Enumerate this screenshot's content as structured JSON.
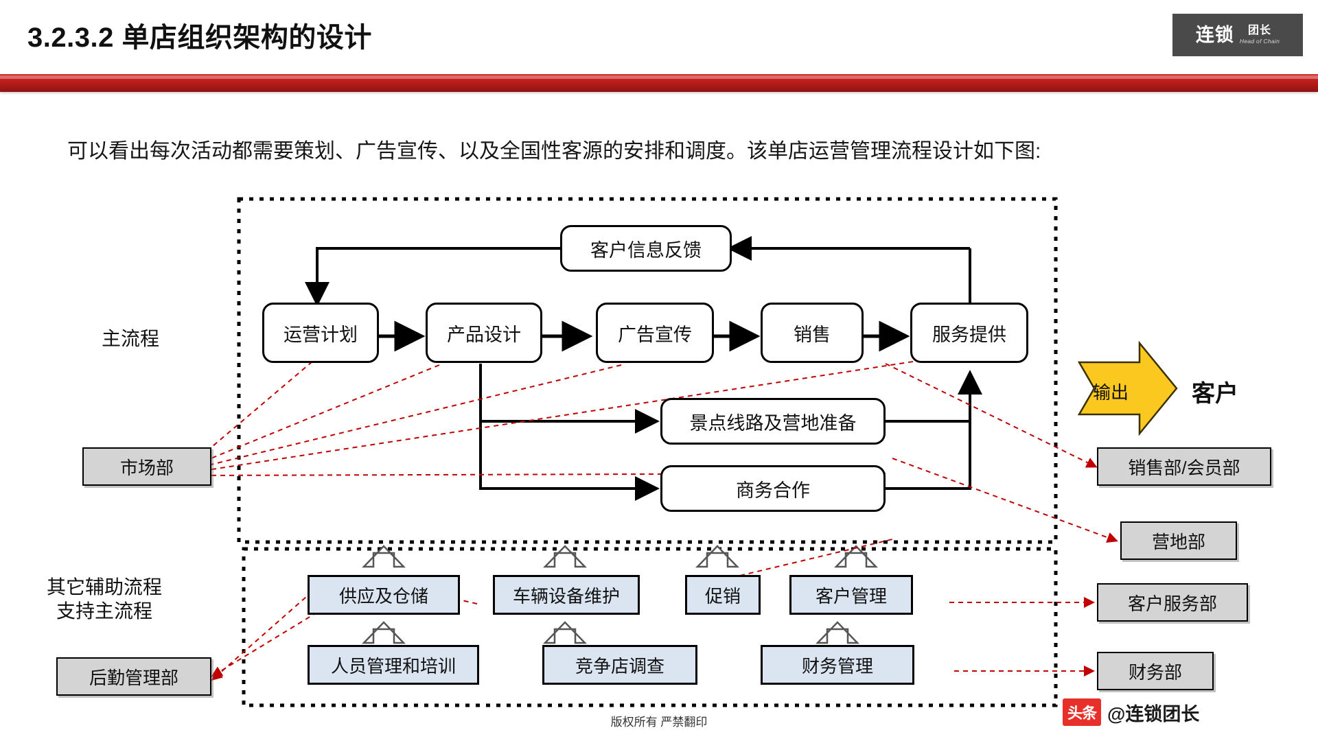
{
  "header": {
    "title": "3.2.3.2 单店组织架构的设计",
    "logo_main": "连锁",
    "logo_sub_cn": "团长",
    "logo_sub_en": "Head of Chain",
    "accent_color": "#b31b18"
  },
  "body": {
    "paragraph": "可以看出每次活动都需要策划、广告宣传、以及全国性客源的安排和调度。该单店运营管理流程设计如下图:"
  },
  "diagram": {
    "feedback_box": "客户信息反馈",
    "main_label": "主流程",
    "support_label_line1": "其它辅助流程",
    "support_label_line2": "支持主流程",
    "main_flow": [
      "运营计划",
      "产品设计",
      "广告宣传",
      "销售",
      "服务提供"
    ],
    "mid_boxes": [
      "景点线路及营地准备",
      "商务合作"
    ],
    "support_top": [
      "供应及仓储",
      "车辆设备维护",
      "促销",
      "客户管理"
    ],
    "support_bottom": [
      "人员管理和培训",
      "竞争店调查",
      "财务管理"
    ],
    "left_departments": [
      "市场部",
      "后勤管理部"
    ],
    "right_departments": [
      "销售部/会员部",
      "营地部",
      "客户服务部",
      "财务部"
    ],
    "output_arrow_text": "输出",
    "output_target": "客户",
    "colors": {
      "output_arrow_fill": "#fac81e",
      "support_box_fill": "#dbe5f1",
      "department_fill": "#d4d4d4",
      "dashed_link": "#c00000"
    }
  },
  "footer": {
    "copyright": "版权所有  严禁翻印",
    "watermark_badge": "头条",
    "watermark_text": "@连锁团长"
  }
}
